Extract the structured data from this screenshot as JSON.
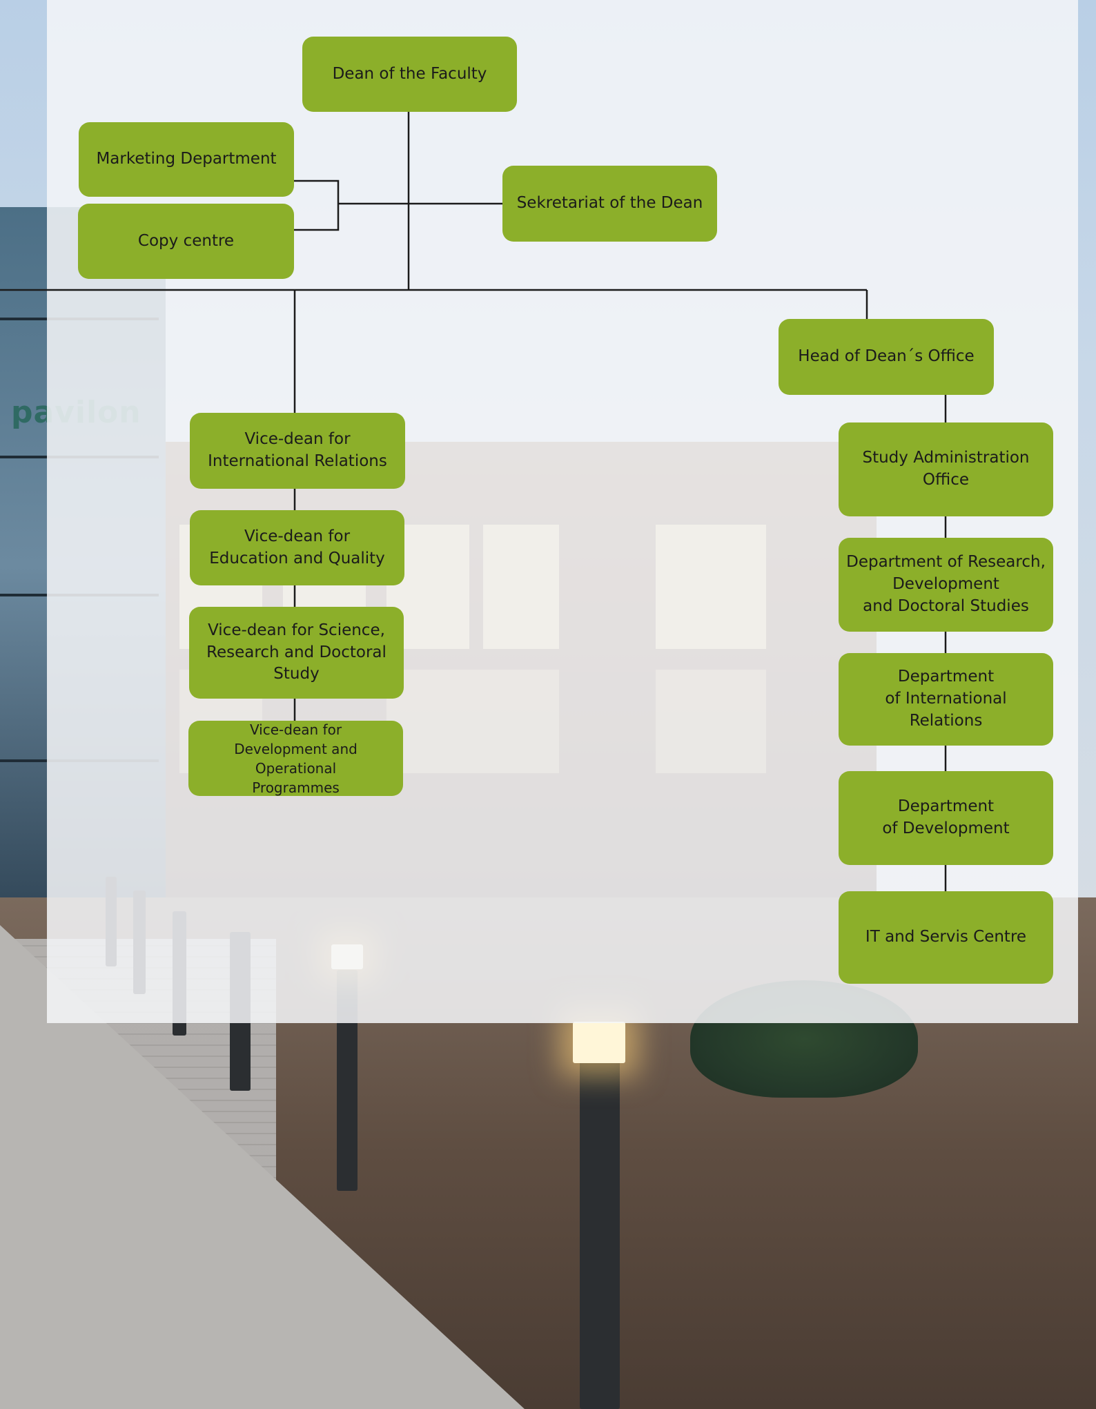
{
  "background": {
    "sign_text": "pavilon",
    "colors": {
      "panel": "#f4f6f8",
      "box": "#8caf2a",
      "line": "#1b1b1b"
    }
  },
  "org_chart": {
    "dean": "Dean of the Faculty",
    "marketing": "Marketing Department",
    "copy_centre": "Copy centre",
    "secretariat": "Sekretariat of the Dean",
    "head_office": "Head of Dean´s Office",
    "vice_deans": [
      "Vice-dean for\nInternational Relations",
      "Vice-dean for\nEducation and Quality",
      "Vice-dean for Science,\nResearch and Doctoral\nStudy",
      "Vice-dean for\nDevelopment and Operational\nProgrammes"
    ],
    "office_units": [
      "Study Administration\nOffice",
      "Department of Research,\nDevelopment\nand Doctoral Studies",
      "Department\nof International\nRelations",
      "Department\nof Development",
      "IT and Servis Centre"
    ]
  }
}
